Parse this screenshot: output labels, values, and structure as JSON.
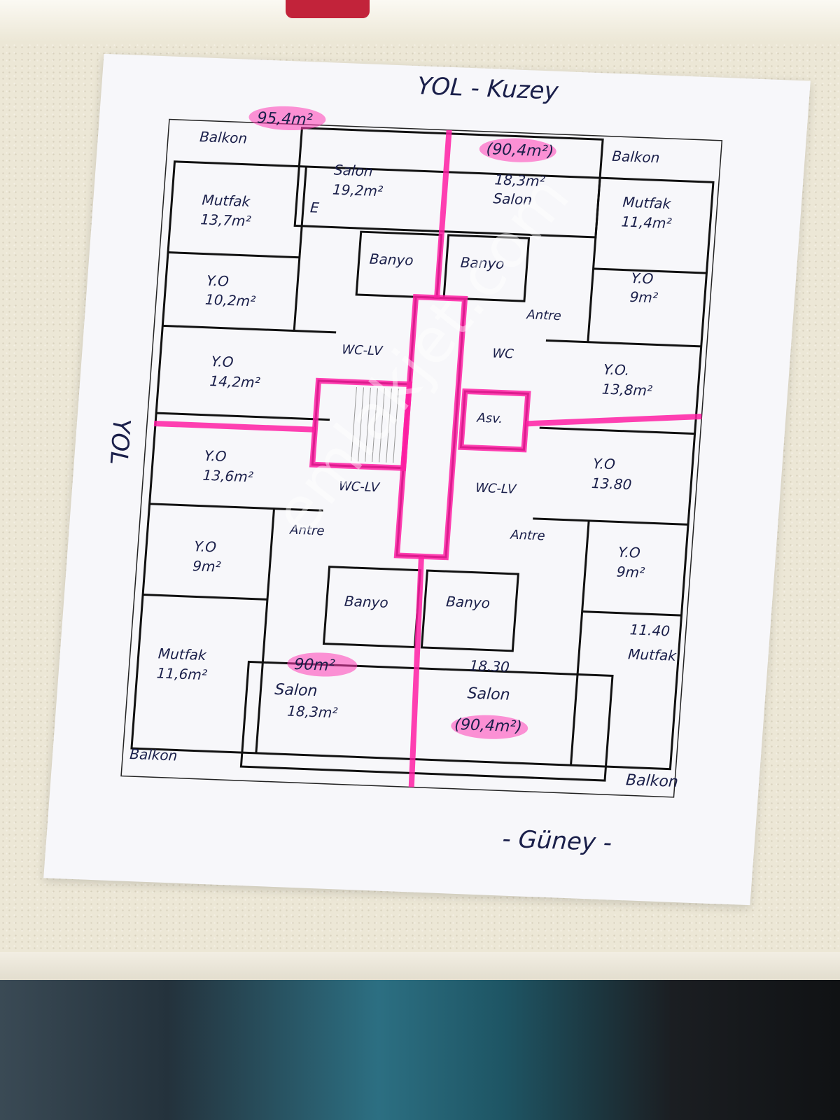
{
  "headings": {
    "north": "YOL - Kuzey",
    "south": "- Güney -",
    "west_side": "YOL"
  },
  "top_left": {
    "total": "95,4m²",
    "balcony": "Balkon",
    "kitchen": "Mutfak",
    "kitchen_area": "13,7m²",
    "living": "Salon",
    "living_area": "19,2m²",
    "entry_mark": "E",
    "bath": "Banyo",
    "room1": "Y.O",
    "room1_area": "10,2m²",
    "room2": "Y.O",
    "room2_area": "14,2m²",
    "wc": "WC-LV"
  },
  "top_right": {
    "total": "(90,4m²)",
    "balcony": "Balkon",
    "living_area": "18,3m²",
    "living": "Salon",
    "kitchen": "Mutfak",
    "kitchen_area": "11,4m²",
    "bath": "Banyo",
    "room1": "Y.O",
    "room1_area": "9m²",
    "hall": "Antre",
    "wc": "WC",
    "room2": "Y.O.",
    "room2_area": "13,8m²",
    "service": "Asv."
  },
  "bottom_left": {
    "room1": "Y.O",
    "room1_area": "13,6m²",
    "wc": "WC-LV",
    "hall": "Antre",
    "room2": "Y.O",
    "room2_area": "9m²",
    "bath": "Banyo",
    "kitchen": "Mutfak",
    "kitchen_area": "11,6m²",
    "total": "90m²",
    "living": "Salon",
    "living_area": "18,3m²",
    "balcony": "Balkon"
  },
  "bottom_right": {
    "room1": "Y.O",
    "room1_area": "13.80",
    "wc": "WC-LV",
    "hall": "Antre",
    "room2": "Y.O",
    "room2_area": "9m²",
    "bath": "Banyo",
    "kitchen_area": "11.40",
    "kitchen": "Mutfak",
    "living_area": "18.30",
    "living": "Salon",
    "total": "(90,4m²)",
    "balcony": "Balkon"
  },
  "watermark": "emlakjet.com",
  "colors": {
    "highlight": "#ff1fa3",
    "ink": "#1a1f4a",
    "paper": "#f7f7fa"
  }
}
